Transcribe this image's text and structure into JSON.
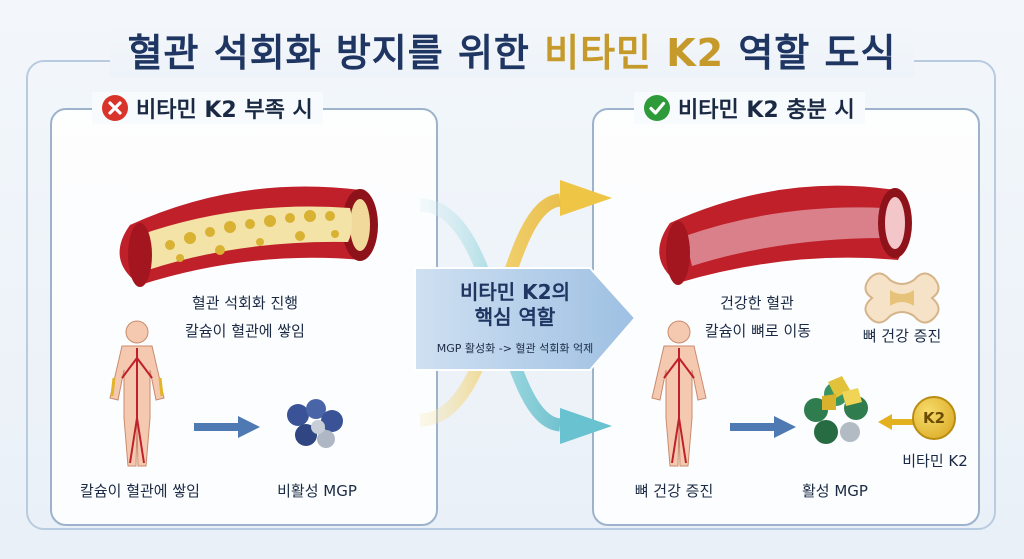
{
  "title": {
    "main": "혈관 석회화 방지를 위한 ",
    "accent": "비타민 K2",
    "end": " 역할 도식"
  },
  "left_panel": {
    "heading": "비타민 K2 부족 시",
    "vessel_caption_1": "혈관 석회화 진행",
    "vessel_caption_2": "칼슘이 혈관에 쌓임",
    "body_caption": "칼슘이 혈관에 쌓임",
    "mgp_caption": "비활성 MGP"
  },
  "center": {
    "title_line1": "비타민 K2의",
    "title_line2": "핵심 역할",
    "subtitle": "MGP 활성화 -> 혈관 석회화 억제"
  },
  "right_panel": {
    "heading": "비타민 K2 충분 시",
    "vessel_caption_1": "건강한 혈관",
    "vessel_caption_2": "칼슘이 뼈로 이동",
    "bone_caption": "뼈 건강 증진",
    "body_caption": "뼈 건강 증진",
    "mgp_caption": "활성 MGP",
    "k2_coin_text": "K2",
    "k2_caption": "비타민 K2"
  },
  "colors": {
    "title_navy": "#1f3562",
    "accent_gold": "#c59a2a",
    "error_red": "#d9342b",
    "ok_green": "#2e9b3a",
    "vessel_red": "#c0202a",
    "arrow_blue": "#4f79b3"
  },
  "icons": [
    "x-circle-icon",
    "check-circle-icon",
    "calcified-vessel-icon",
    "healthy-vessel-icon",
    "human-body-icon",
    "inactive-mgp-icon",
    "active-mgp-icon",
    "bone-icon",
    "k2-coin-icon"
  ]
}
